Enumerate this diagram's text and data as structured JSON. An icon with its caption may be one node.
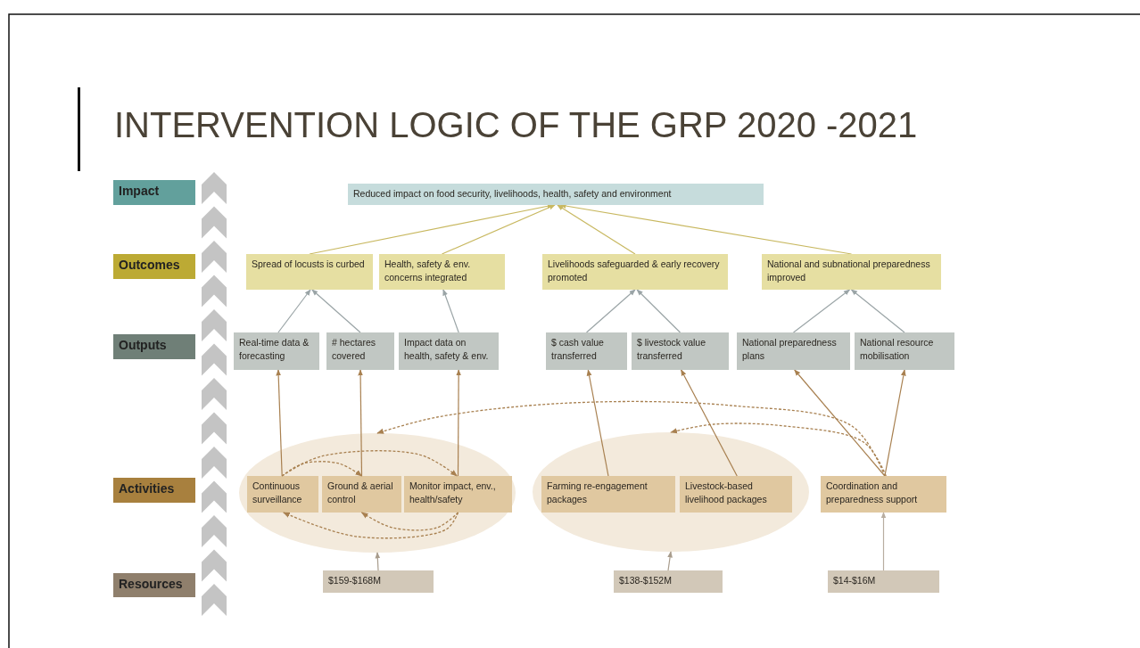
{
  "diagram": {
    "title": "INTERVENTION LOGIC OF THE GRP 2020 -2021",
    "nodes": [
      {
        "text": [
          "Impact"
        ]
      },
      {
        "text": [
          "Reduced impact on food security, livelihoods, health, safety and environment"
        ]
      },
      {
        "text": [
          "Outcomes"
        ]
      },
      {
        "text": [
          "Spread of locusts is curbed"
        ]
      },
      {
        "text": [
          "Health, safety & env. concerns integrated"
        ]
      },
      {
        "text": [
          "Livelihoods safeguarded & early recovery promoted"
        ]
      },
      {
        "text": [
          "National and subnational preparedness improved"
        ]
      },
      {
        "text": [
          "Outputs"
        ]
      },
      {
        "text": [
          "Real-time data & forecasting"
        ]
      },
      {
        "text": [
          "# hectares covered"
        ]
      },
      {
        "text": [
          "Impact data on health, safety & env."
        ]
      },
      {
        "text": [
          "$ cash value transferred"
        ]
      },
      {
        "text": [
          "$ livestock value transferred"
        ]
      },
      {
        "text": [
          "National preparedness plans"
        ]
      },
      {
        "text": [
          "National resource mobilisation"
        ]
      },
      {
        "text": [
          "Activities"
        ]
      },
      {
        "text": [],
        "shape": "ellipse"
      },
      {
        "text": [
          "Continuous surveillance"
        ],
        "in": 16
      },
      {
        "text": [
          "Ground & aerial control"
        ],
        "in": 16
      },
      {
        "text": [
          "Monitor impact, env., health/safety"
        ],
        "in": 16
      },
      {
        "text": [],
        "shape": "ellipse"
      },
      {
        "text": [
          "Farming re-engagement packages"
        ],
        "in": 20
      },
      {
        "text": [
          "Livestock-based livelihood packages"
        ],
        "in": 20
      },
      {
        "text": [
          "Coordination and preparedness support"
        ]
      },
      {
        "text": [
          "Resources"
        ]
      },
      {
        "text": [
          "$159-$168M"
        ]
      },
      {
        "text": [
          "$138-$152M"
        ]
      },
      {
        "text": [
          "$14-$16M"
        ]
      }
    ],
    "edges": [
      {
        "from": 3,
        "to": 1,
        "arrow": "to",
        "color": "#c8b860"
      },
      {
        "from": 4,
        "to": 1,
        "arrow": "to",
        "color": "#c8b860"
      },
      {
        "from": 5,
        "to": 1,
        "arrow": "to",
        "color": "#c8b860"
      },
      {
        "from": 6,
        "to": 1,
        "arrow": "to",
        "color": "#c8b860"
      },
      {
        "from": 8,
        "to": 3,
        "arrow": "to",
        "color": "#9aa4a6"
      },
      {
        "from": 9,
        "to": 3,
        "arrow": "to",
        "color": "#9aa4a6"
      },
      {
        "from": 10,
        "to": 4,
        "arrow": "to",
        "color": "#9aa4a6"
      },
      {
        "from": 11,
        "to": 5,
        "arrow": "to",
        "color": "#9aa4a6"
      },
      {
        "from": 12,
        "to": 5,
        "arrow": "to",
        "color": "#9aa4a6"
      },
      {
        "from": 13,
        "to": 6,
        "arrow": "to",
        "color": "#9aa4a6"
      },
      {
        "from": 14,
        "to": 6,
        "arrow": "to",
        "color": "#9aa4a6"
      },
      {
        "from": 17,
        "to": 8,
        "arrow": "to"
      },
      {
        "from": 18,
        "to": 9,
        "arrow": "to"
      },
      {
        "from": 19,
        "to": 10,
        "arrow": "to"
      },
      {
        "from": 21,
        "to": 11,
        "arrow": "to"
      },
      {
        "from": 22,
        "to": 12,
        "arrow": "to"
      },
      {
        "from": 23,
        "to": 13,
        "arrow": "to"
      },
      {
        "from": 23,
        "to": 14,
        "arrow": "to"
      },
      {
        "from": 23,
        "to": 16,
        "arrow": "to",
        "style": "dashed"
      },
      {
        "from": 23,
        "to": 20,
        "arrow": "to",
        "style": "dashed"
      },
      {
        "from": 17,
        "to": 18,
        "arrow": "to",
        "style": "dashed"
      },
      {
        "from": 17,
        "to": 19,
        "arrow": "to",
        "style": "dashed"
      },
      {
        "from": 19,
        "to": 17,
        "arrow": "to",
        "style": "dashed"
      },
      {
        "from": 19,
        "to": 18,
        "arrow": "to",
        "style": "dashed"
      },
      {
        "from": 25,
        "to": 16,
        "arrow": "to",
        "color": "#a89c8c"
      },
      {
        "from": 26,
        "to": 20,
        "arrow": "to",
        "color": "#a89c8c"
      },
      {
        "from": 27,
        "to": 23,
        "arrow": "to",
        "color": "#b8ada0"
      }
    ]
  }
}
